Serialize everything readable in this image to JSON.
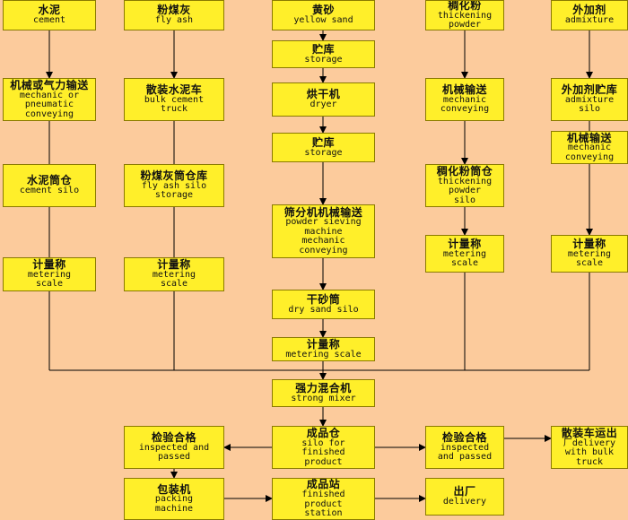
{
  "diagram": {
    "nodes": [
      {
        "id": "cement",
        "zh": "水泥",
        "en": "cement"
      },
      {
        "id": "fly-ash",
        "zh": "粉煤灰",
        "en": "fly ash"
      },
      {
        "id": "yellow-sand",
        "zh": "黄砂",
        "en": "yellow sand"
      },
      {
        "id": "thickening-powder",
        "zh": "稠化粉",
        "en": "thickening\npowder"
      },
      {
        "id": "admixture",
        "zh": "外加剂",
        "en": "admixture"
      },
      {
        "id": "sand-storage",
        "zh": "贮库",
        "en": "storage"
      },
      {
        "id": "cement-conveying",
        "zh": "机械或气力输送",
        "en": "mechanic or\npneumatic\nconveying"
      },
      {
        "id": "bulk-cement-truck",
        "zh": "散装水泥车",
        "en": "bulk cement\ntruck"
      },
      {
        "id": "dryer",
        "zh": "烘干机",
        "en": "dryer"
      },
      {
        "id": "thickening-conveying",
        "zh": "机械输送",
        "en": "mechanic\nconveying"
      },
      {
        "id": "admixture-silo",
        "zh": "外加剂贮库",
        "en": "admixture\nsilo"
      },
      {
        "id": "admixture-conveying",
        "zh": "机械输送",
        "en": "mechanic\nconveying"
      },
      {
        "id": "dried-storage",
        "zh": "贮库",
        "en": "storage"
      },
      {
        "id": "cement-silo",
        "zh": "水泥筒仓",
        "en": "cement silo"
      },
      {
        "id": "fly-ash-silo",
        "zh": "粉煤灰筒仓库",
        "en": "fly ash silo\nstorage"
      },
      {
        "id": "thickening-silo",
        "zh": "稠化粉筒仓",
        "en": "thickening\npowder\nsilo"
      },
      {
        "id": "sieving",
        "zh": "筛分机机械输送",
        "en": "powder sieving\nmachine\nmechanic\nconveying"
      },
      {
        "id": "cement-scale",
        "zh": "计量称",
        "en": "metering\nscale"
      },
      {
        "id": "fly-ash-scale",
        "zh": "计量称",
        "en": "metering\nscale"
      },
      {
        "id": "thickening-scale",
        "zh": "计量称",
        "en": "metering\nscale"
      },
      {
        "id": "admixture-scale",
        "zh": "计量称",
        "en": "metering\nscale"
      },
      {
        "id": "dry-sand-silo",
        "zh": "干砂筒",
        "en": "dry sand silo"
      },
      {
        "id": "sand-scale",
        "zh": "计量称",
        "en": "metering scale"
      },
      {
        "id": "mixer",
        "zh": "强力混合机",
        "en": "strong mixer"
      },
      {
        "id": "finished-silo",
        "zh": "成品仓",
        "en": "silo for\nfinished\nproduct"
      },
      {
        "id": "inspect-left",
        "zh": "检验合格",
        "en": "inspected and\npassed"
      },
      {
        "id": "inspect-right",
        "zh": "检验合格",
        "en": "inspected\nand passed"
      },
      {
        "id": "bulk-delivery",
        "zh": "散装车运出",
        "en": "厂delivery\nwith bulk\ntruck"
      },
      {
        "id": "packing",
        "zh": "包装机",
        "en": "packing\nmachine"
      },
      {
        "id": "finished-station",
        "zh": "成品站",
        "en": "finished\nproduct\nstation"
      },
      {
        "id": "delivery",
        "zh": "出厂",
        "en": "delivery"
      }
    ]
  }
}
